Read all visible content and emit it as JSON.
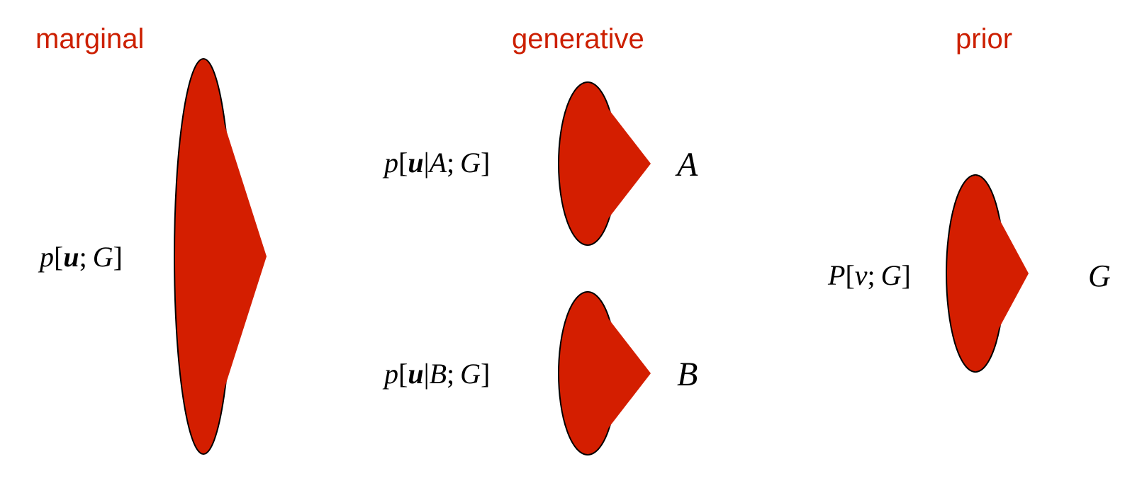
{
  "colors": {
    "accent": "#cc1f00",
    "fill": "#d41e00",
    "outline": "#000000",
    "text": "#000000"
  },
  "sections": {
    "marginal": {
      "heading": "marginal",
      "formula": {
        "func": "p",
        "open": "[",
        "var": "u",
        "sep": ";",
        "param": "G",
        "close": "]"
      }
    },
    "generative": {
      "heading": "generative",
      "items": [
        {
          "formula": {
            "func": "p",
            "open": "[",
            "var": "u",
            "bar": "|",
            "cond": "A",
            "sep": ";",
            "param": "G",
            "close": "]"
          },
          "outcome": "A"
        },
        {
          "formula": {
            "func": "p",
            "open": "[",
            "var": "u",
            "bar": "|",
            "cond": "B",
            "sep": ";",
            "param": "G",
            "close": "]"
          },
          "outcome": "B"
        }
      ]
    },
    "prior": {
      "heading": "prior",
      "formula": {
        "func": "P",
        "open": "[",
        "var": "v",
        "sep": ";",
        "param": "G",
        "close": "]"
      },
      "outcome": "G"
    }
  }
}
